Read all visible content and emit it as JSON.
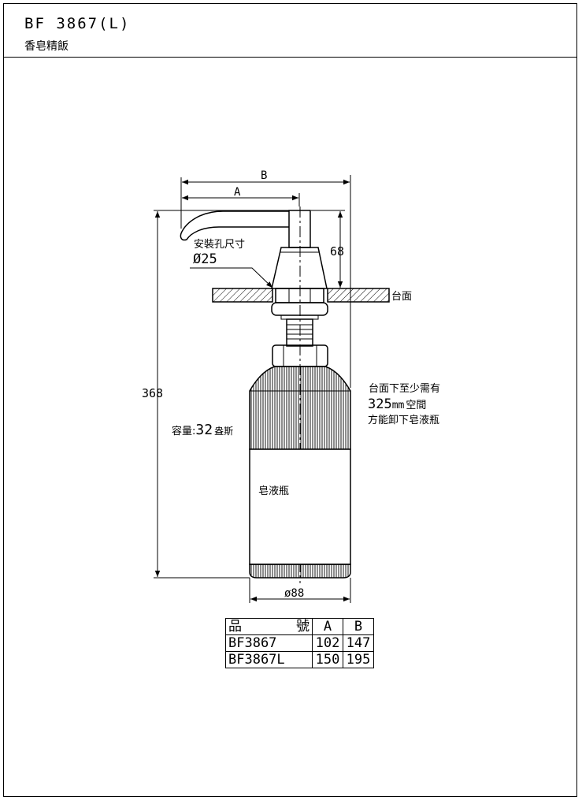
{
  "header": {
    "model": "BF 3867(L)",
    "subtitle": "香皂精飯"
  },
  "labels": {
    "dim_b": "B",
    "dim_a": "A",
    "dim_68": "68",
    "dim_368": "368",
    "dim_88": "ø88",
    "hole_line1": "安裝孔尺寸",
    "hole_line2": "Ø25",
    "countertop": "台面",
    "clearance_line1": "台面下至少需有",
    "clearance_line2_num": "325",
    "clearance_line2_unit": "mm",
    "clearance_line2_text": "空間",
    "clearance_line3": "方能卸下皂液瓶",
    "capacity_prefix": "容量:",
    "capacity_num": "32",
    "capacity_unit": "盎斯",
    "bottle_label": "皂液瓶"
  },
  "table": {
    "header": {
      "model_left": "品",
      "model_right": "號",
      "a": "A",
      "b": "B"
    },
    "rows": [
      {
        "model": "BF3867",
        "a": "102",
        "b": "147"
      },
      {
        "model": "BF3867L",
        "a": "150",
        "b": "195"
      }
    ]
  }
}
